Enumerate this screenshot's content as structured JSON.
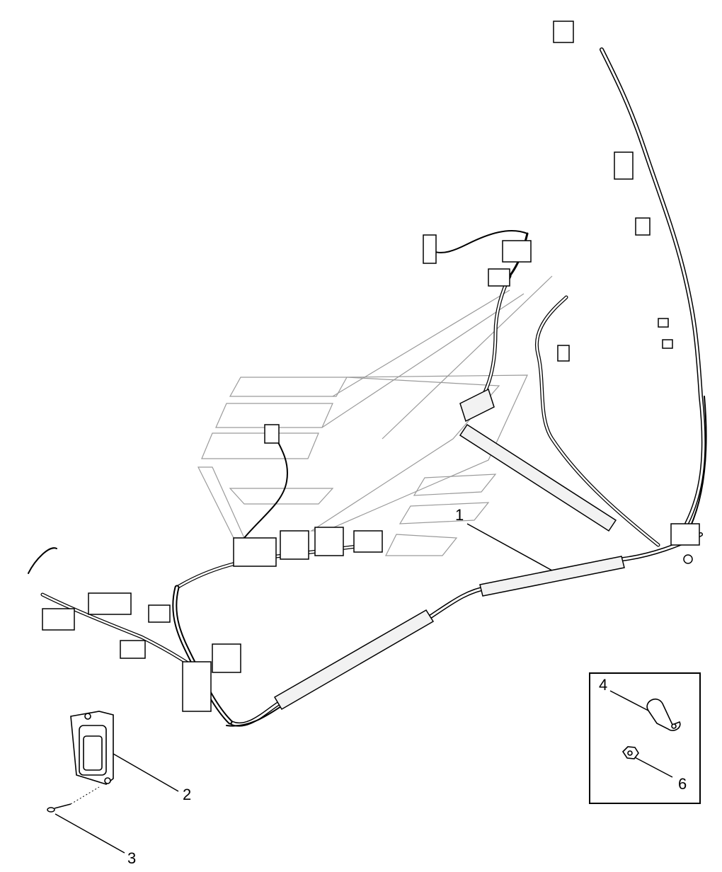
{
  "diagram": {
    "callouts": [
      {
        "id": "c1",
        "label": "1"
      },
      {
        "id": "c2",
        "label": "2"
      },
      {
        "id": "c3",
        "label": "3"
      },
      {
        "id": "c4",
        "label": "4"
      },
      {
        "id": "c6",
        "label": "6"
      }
    ],
    "parts": {
      "harness": "main-wiring-harness",
      "bracket": "mounting-bracket",
      "screw": "screw",
      "clamp": "p-clamp",
      "nut": "flange-nut"
    },
    "colors": {
      "line": "#000000",
      "watermark": "#9a9a9a",
      "sleeve_fill": "#f2f2f2"
    }
  }
}
